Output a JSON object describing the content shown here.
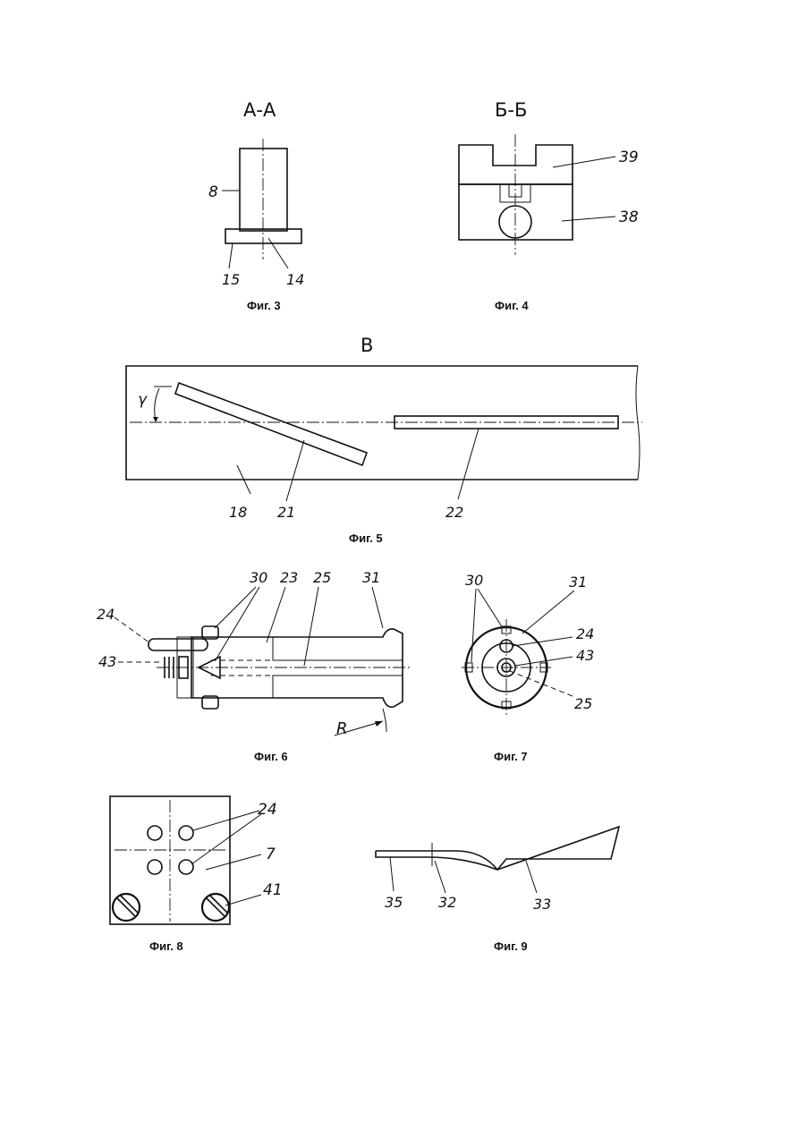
{
  "figures": {
    "fig3": {
      "section_label": "А-А",
      "caption": "Фиг. 3",
      "labels": [
        "8",
        "15",
        "14"
      ]
    },
    "fig4": {
      "section_label": "Б-Б",
      "caption": "Фиг. 4",
      "labels": [
        "39",
        "38"
      ]
    },
    "fig5": {
      "view_label": "В",
      "caption": "Фиг. 5",
      "angle_symbol": "γ",
      "labels": [
        "18",
        "21",
        "22"
      ]
    },
    "fig6": {
      "caption": "Фиг. 6",
      "labels": [
        "30",
        "23",
        "25",
        "31",
        "24",
        "43",
        "R"
      ]
    },
    "fig7": {
      "caption": "Фиг. 7",
      "labels": [
        "30",
        "31",
        "24",
        "43",
        "25"
      ]
    },
    "fig8": {
      "caption": "Фиг. 8",
      "labels": [
        "24",
        "7",
        "41"
      ]
    },
    "fig9": {
      "caption": "Фиг. 9",
      "labels": [
        "35",
        "32",
        "33"
      ]
    }
  }
}
